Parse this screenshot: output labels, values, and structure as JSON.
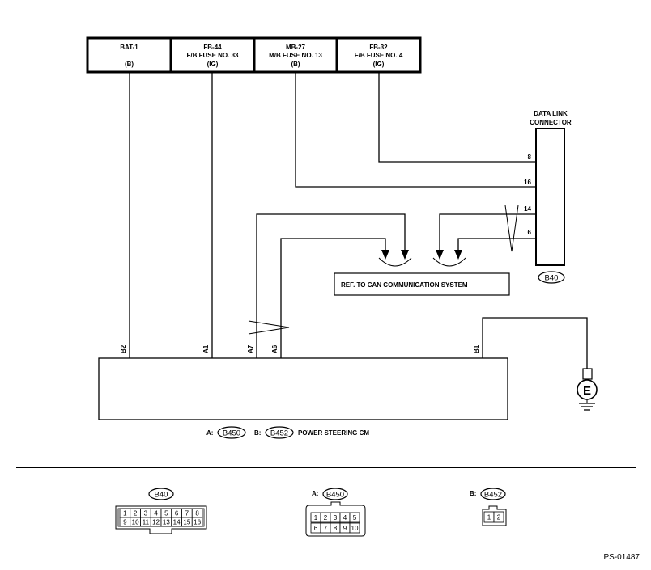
{
  "fuses": [
    {
      "id": "BAT-1",
      "line2": "",
      "supply": "(B)"
    },
    {
      "id": "FB-44",
      "line2": "F/B FUSE NO. 33",
      "supply": "(IG)"
    },
    {
      "id": "MB-27",
      "line2": "M/B FUSE NO. 13",
      "supply": "(B)"
    },
    {
      "id": "FB-32",
      "line2": "F/B FUSE NO. 4",
      "supply": "(IG)"
    }
  ],
  "data_link_connector": {
    "title_line1": "DATA LINK",
    "title_line2": "CONNECTOR",
    "code": "B40",
    "pins": [
      "8",
      "16",
      "14",
      "6"
    ]
  },
  "can_reference": "REF. TO CAN COMMUNICATION SYSTEM",
  "control_module": {
    "pins": [
      "B2",
      "A1",
      "A7",
      "A6",
      "B1"
    ],
    "connector_a_prefix": "A:",
    "connector_a": "B450",
    "connector_b_prefix": "B:",
    "connector_b": "B452",
    "name": "POWER STEERING CM"
  },
  "ground_symbol": "E",
  "connector_views": {
    "b40": {
      "code": "B40",
      "prefix": "",
      "top_row": [
        "1",
        "2",
        "3",
        "4",
        "5",
        "6",
        "7",
        "8"
      ],
      "bottom_row": [
        "9",
        "10",
        "11",
        "12",
        "13",
        "14",
        "15",
        "16"
      ]
    },
    "b450": {
      "code": "B450",
      "prefix": "A:",
      "top_row": [
        "1",
        "2",
        "3",
        "4",
        "5"
      ],
      "bottom_row": [
        "6",
        "7",
        "8",
        "9",
        "10"
      ]
    },
    "b452": {
      "code": "B452",
      "prefix": "B:",
      "top_row": [
        "1",
        "2"
      ]
    }
  },
  "figure_id": "PS-01487"
}
